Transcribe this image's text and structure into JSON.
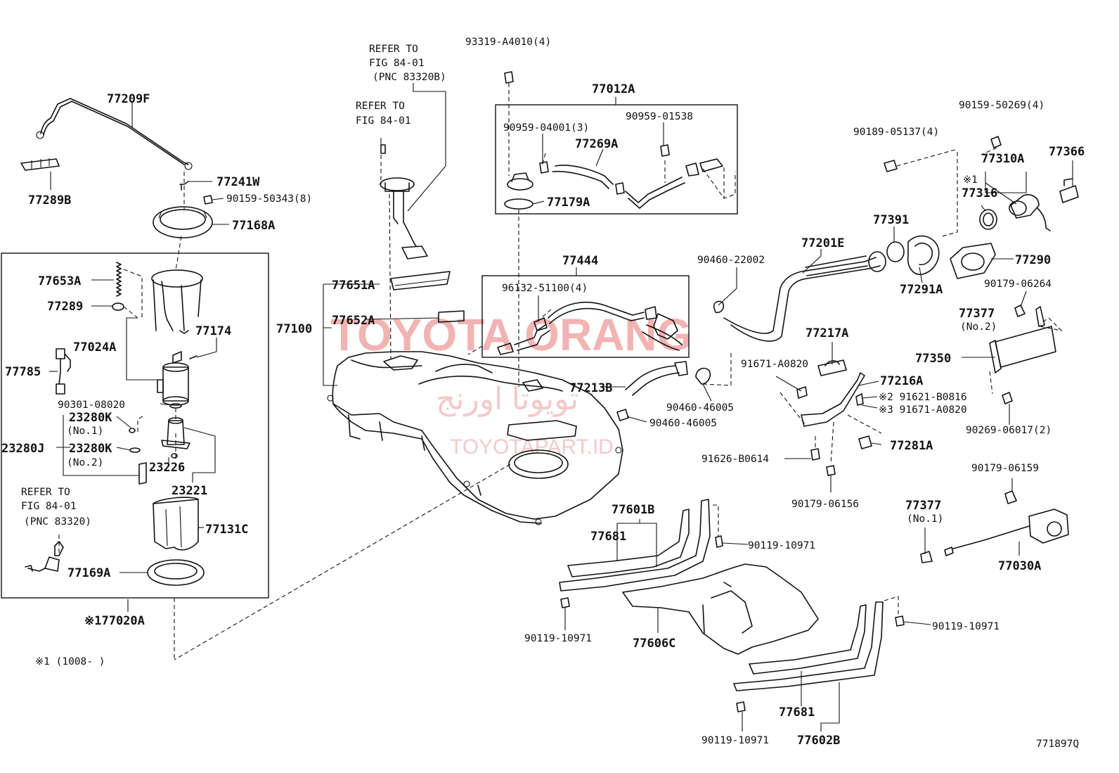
{
  "diagram": {
    "figure_code": "771897Q",
    "watermark": {
      "main": "TOYOTA ORANG",
      "arabic": "تويوتا اورنج",
      "url": "TOYOTAPART.ID"
    },
    "references": {
      "ref_top_1": "REFER TO",
      "ref_top_2": "FIG 84-01",
      "ref_top_3": "(PNC 83320B)",
      "ref_mid_1": "REFER TO",
      "ref_mid_2": "FIG 84-01",
      "ref_left_1": "REFER TO",
      "ref_left_2": "FIG 84-01",
      "ref_left_3": "(PNC 83320)"
    },
    "labels": {
      "p77209F": "77209F",
      "p77289B": "77289B",
      "p77241W": "77241W",
      "p90159_50343": "90159-50343(8)",
      "p77168A": "77168A",
      "p77653A": "77653A",
      "p77289": "77289",
      "p77174": "77174",
      "p77024A": "77024A",
      "p77785": "77785",
      "p90301_08020": "90301-08020",
      "p23280K_1": "23280K",
      "no1_a": "(No.1)",
      "p23280J": "23280J",
      "p23280K_2": "23280K",
      "no2_a": "(No.2)",
      "p23226": "23226",
      "p23221": "23221",
      "p77131C": "77131C",
      "p77169A": "77169A",
      "p77020A": "※177020A",
      "note1": "※1 (1008-      )",
      "p93319": "93319-A4010(4)",
      "p77012A": "77012A",
      "p90959_04001": "90959-04001(3)",
      "p90959_01538": "90959-01538",
      "p77269A": "77269A",
      "p77179A": "77179A",
      "p77651A": "77651A",
      "p77652A": "77652A",
      "p77100": "77100",
      "p77444": "77444",
      "p96132": "96132-51100(4)",
      "p77213B": "77213B",
      "p90460_46005a": "90460-46005",
      "p90460_46005b": "90460-46005",
      "p90460_22002": "90460-22002",
      "p77201E": "77201E",
      "p77391": "77391",
      "p77291A": "77291A",
      "p90189": "90189-05137(4)",
      "p90159_50269": "90159-50269(4)",
      "p77310A": "77310A",
      "p77366": "77366",
      "star1": "※1",
      "p77316": "77316",
      "p77290": "77290",
      "p90179_06264": "90179-06264",
      "p77377_2": "77377",
      "no2_b": "(No.2)",
      "p77350": "77350",
      "p77217A": "77217A",
      "p91671_A0820a": "91671-A0820",
      "p77216A": "77216A",
      "p91621": "※2 91621-B0816",
      "p91671_A0820b": "※3 91671-A0820",
      "p90269": "90269-06017(2)",
      "p77281A": "77281A",
      "p91626": "91626-B0614",
      "p90179_06156": "90179-06156",
      "p90179_06159": "90179-06159",
      "p77377_1": "77377",
      "no1_b": "(No.1)",
      "p77030A": "77030A",
      "p77601B": "77601B",
      "p77681a": "77681",
      "p90119_a": "90119-10971",
      "p90119_b": "90119-10971",
      "p77606C": "77606C",
      "p90119_c": "90119-10971",
      "p77681b": "77681",
      "p90119_d": "90119-10971",
      "p77602B": "77602B"
    }
  }
}
